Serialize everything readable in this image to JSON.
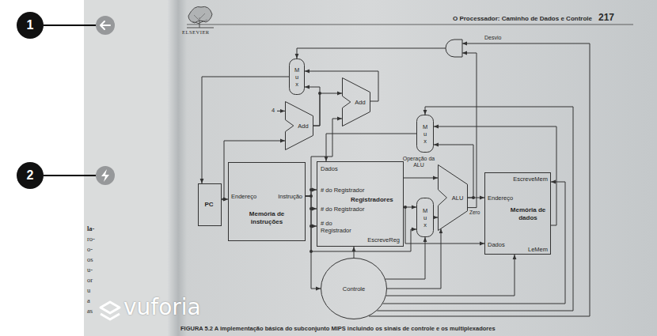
{
  "diagram": {
    "caption": "FIGURA 5.2 A implementação básica do subconjunto MIPS incluindo os sinais de controle e os multiplexadores",
    "nodes": [
      {
        "text": [
          "M u x"
        ]
      },
      {
        "text": [
          "Add"
        ]
      },
      {
        "text": [
          "Add"
        ]
      },
      {
        "text": [
          "PC"
        ]
      },
      {
        "text": [
          "Endereço",
          "Instrução",
          "Memória de instruções"
        ]
      },
      {
        "text": [
          "Dados",
          "# do Registrador",
          "Registradores",
          "# do Registrador",
          "# do Registrador",
          "EscreveReg"
        ]
      },
      {
        "text": [
          "M u x"
        ]
      },
      {
        "text": [
          "M u x"
        ]
      },
      {
        "text": [
          "ALU"
        ]
      },
      {
        "text": [
          "EscreveMem",
          "Endereço",
          "Memória de dados",
          "Dados",
          "LeMem"
        ]
      },
      {
        "text": [
          "Controle"
        ]
      }
    ],
    "edges": [
      {
        "from": 3,
        "to": 4,
        "arrow": "to"
      },
      {
        "from": 3,
        "to": 1,
        "arrow": "to"
      },
      {
        "from": 1,
        "to": 0,
        "arrow": "to"
      },
      {
        "from": 1,
        "to": 2,
        "arrow": "to"
      },
      {
        "from": 2,
        "to": 0,
        "arrow": "to"
      },
      {
        "from": 0,
        "to": 3,
        "arrow": "to"
      },
      {
        "from": 4,
        "to": 5,
        "arrow": "to"
      },
      {
        "from": 4,
        "to": 2,
        "arrow": "to"
      },
      {
        "from": 4,
        "to": 10,
        "arrow": "to"
      },
      {
        "from": 4,
        "to": 7,
        "arrow": "to"
      },
      {
        "from": 5,
        "to": 8,
        "arrow": "to"
      },
      {
        "from": 5,
        "to": 7,
        "arrow": "to"
      },
      {
        "from": 5,
        "to": 9,
        "arrow": "to"
      },
      {
        "from": 7,
        "to": 8,
        "arrow": "to"
      },
      {
        "from": 8,
        "to": 9,
        "arrow": "to"
      },
      {
        "from": 8,
        "to": 6,
        "arrow": "to"
      },
      {
        "from": 9,
        "to": 6,
        "arrow": "to"
      },
      {
        "from": 6,
        "to": 5,
        "arrow": "to"
      },
      {
        "from": 10,
        "to": 5,
        "arrow": "to"
      },
      {
        "from": 10,
        "to": 7,
        "arrow": "to"
      },
      {
        "from": 10,
        "to": 8,
        "arrow": "to"
      },
      {
        "from": 10,
        "to": 9,
        "arrow": "to"
      },
      {
        "from": 10,
        "to": 9,
        "arrow": "to"
      },
      {
        "from": 10,
        "to": 6,
        "arrow": "to"
      }
    ],
    "labels": [
      "ELSEVIER",
      "O Processador: Caminho de Dados e Controle",
      "217",
      "4",
      "Desvio",
      "Operação da ALU",
      "Zero",
      "la-",
      "ro-",
      "o-",
      "os",
      "u-",
      "or",
      "u",
      "a",
      "as",
      "1",
      "2",
      "vuforia"
    ]
  }
}
